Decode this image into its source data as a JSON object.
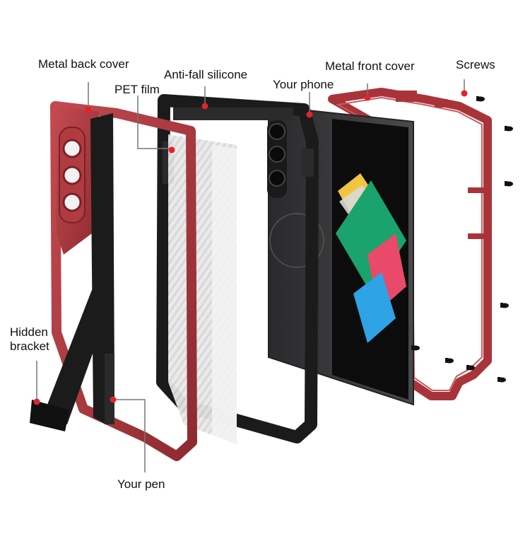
{
  "labels": {
    "metal_back_cover": "Metal back cover",
    "anti_fall_silicone": "Anti-fall silicone",
    "pet_film": "PET film",
    "your_phone": "Your phone",
    "metal_front_cover": "Metal front cover",
    "screws": "Screws",
    "hidden_bracket": "Hidden\nbracket",
    "your_pen": "Your pen"
  },
  "colors": {
    "metal_red": "#a8343a",
    "metal_red_light": "#c85a5e",
    "silicone_black": "#1b1b1b",
    "phone_body": "#3a3a3c",
    "screen": "#0c0c0c",
    "pointer_dot": "#e0242a",
    "pointer_line": "#777777",
    "label_text": "#111111"
  },
  "icons": [
    "screw-icon",
    "pointer-dot-icon"
  ]
}
